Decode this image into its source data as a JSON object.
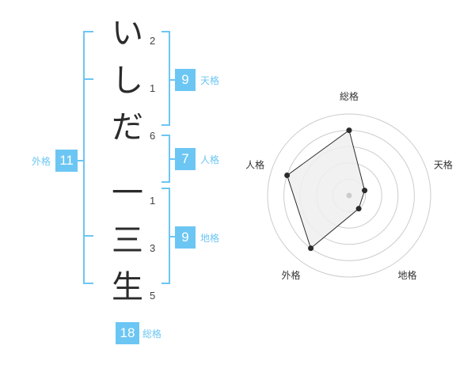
{
  "name": {
    "chars": [
      {
        "char": "い",
        "strokes": "2"
      },
      {
        "char": "し",
        "strokes": "1"
      },
      {
        "char": "だ",
        "strokes": "6"
      },
      {
        "char": "一",
        "strokes": "1"
      },
      {
        "char": "三",
        "strokes": "3"
      },
      {
        "char": "生",
        "strokes": "5"
      }
    ]
  },
  "kaku": {
    "tenkaku": {
      "value": "9",
      "label": "天格"
    },
    "jinkaku": {
      "value": "7",
      "label": "人格"
    },
    "chikaku": {
      "value": "9",
      "label": "地格"
    },
    "gaikaku": {
      "value": "11",
      "label": "外格"
    },
    "soukaku": {
      "value": "18",
      "label": "総格"
    }
  },
  "chart_data": {
    "type": "radar",
    "axes": [
      "総格",
      "天格",
      "地格",
      "外格",
      "人格"
    ],
    "values": [
      4,
      1,
      1,
      4,
      4
    ],
    "max": 5,
    "rings": 5,
    "line_color": "#2b2b2b",
    "fill_color": "#eeeeee",
    "grid_color": "#cccccc",
    "accent": "#6cc6f3"
  }
}
